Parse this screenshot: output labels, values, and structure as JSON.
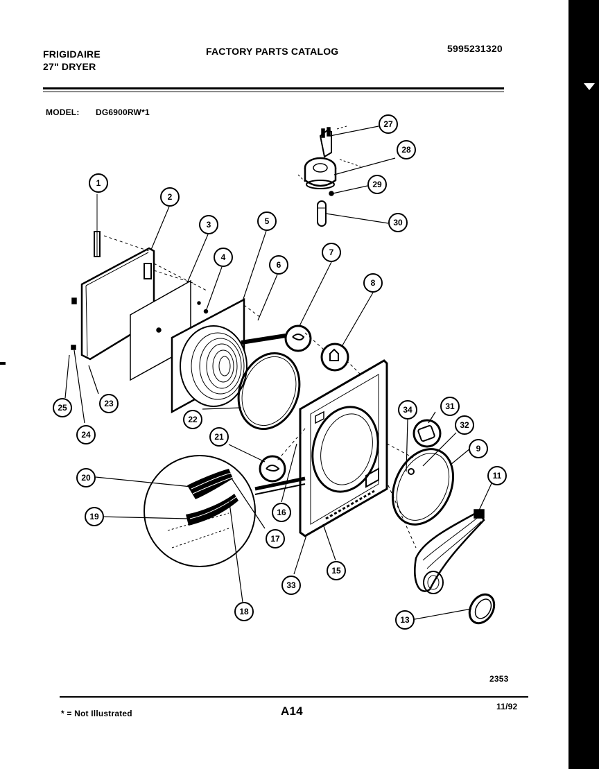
{
  "header": {
    "brand": "FRIGIDAIRE",
    "product": "27\" DRYER",
    "catalog_title": "FACTORY PARTS CATALOG",
    "catalog_number": "5995231320",
    "model_label": "MODEL:",
    "model_value": "DG6900RW*1"
  },
  "diagram": {
    "callouts": [
      "1",
      "2",
      "3",
      "4",
      "5",
      "6",
      "7",
      "8",
      "9",
      "11",
      "13",
      "15",
      "16",
      "17",
      "18",
      "19",
      "20",
      "21",
      "22",
      "23",
      "24",
      "25",
      "27",
      "28",
      "29",
      "30",
      "31",
      "32",
      "33",
      "34"
    ],
    "figure_number": "2353"
  },
  "footer": {
    "note": "* = Not Illustrated",
    "page_code": "A14",
    "date": "11/92"
  },
  "colors": {
    "ink": "#000000",
    "paper": "#ffffff"
  }
}
